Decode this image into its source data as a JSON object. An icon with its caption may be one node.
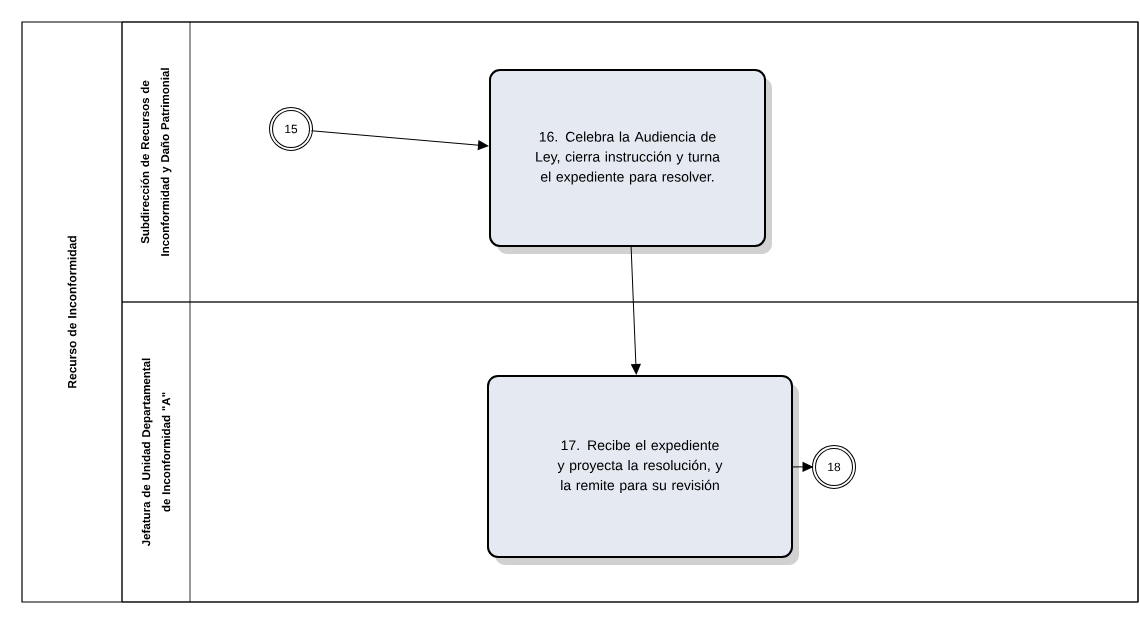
{
  "diagram": {
    "nodes": [
      {
        "text": [
          "Recurso de Inconformidad"
        ]
      },
      {
        "text": [
          "Subdirección de Recursos de Inconformidad y Daño Patrimonial"
        ],
        "in": 0
      },
      {
        "text": [
          "Jefatura de Unidad Departamental de Inconformidad \"A\""
        ],
        "in": 0
      },
      {
        "text": [
          "15"
        ],
        "in": 1
      },
      {
        "text": [
          "16. Celebra la Audiencia de Ley, cierra instrucción y turna el expediente para resolver."
        ],
        "in": 1
      },
      {
        "text": [
          "17. Recibe el expediente y proyecta la resolución, y la remite para su revisión"
        ],
        "in": 2
      },
      {
        "text": [
          "18"
        ],
        "in": 2
      }
    ],
    "edges": [
      {
        "from": 3,
        "to": 4,
        "arrow": "to"
      },
      {
        "from": 4,
        "to": 5,
        "arrow": "to"
      },
      {
        "from": 5,
        "to": 6,
        "arrow": "to"
      }
    ]
  }
}
